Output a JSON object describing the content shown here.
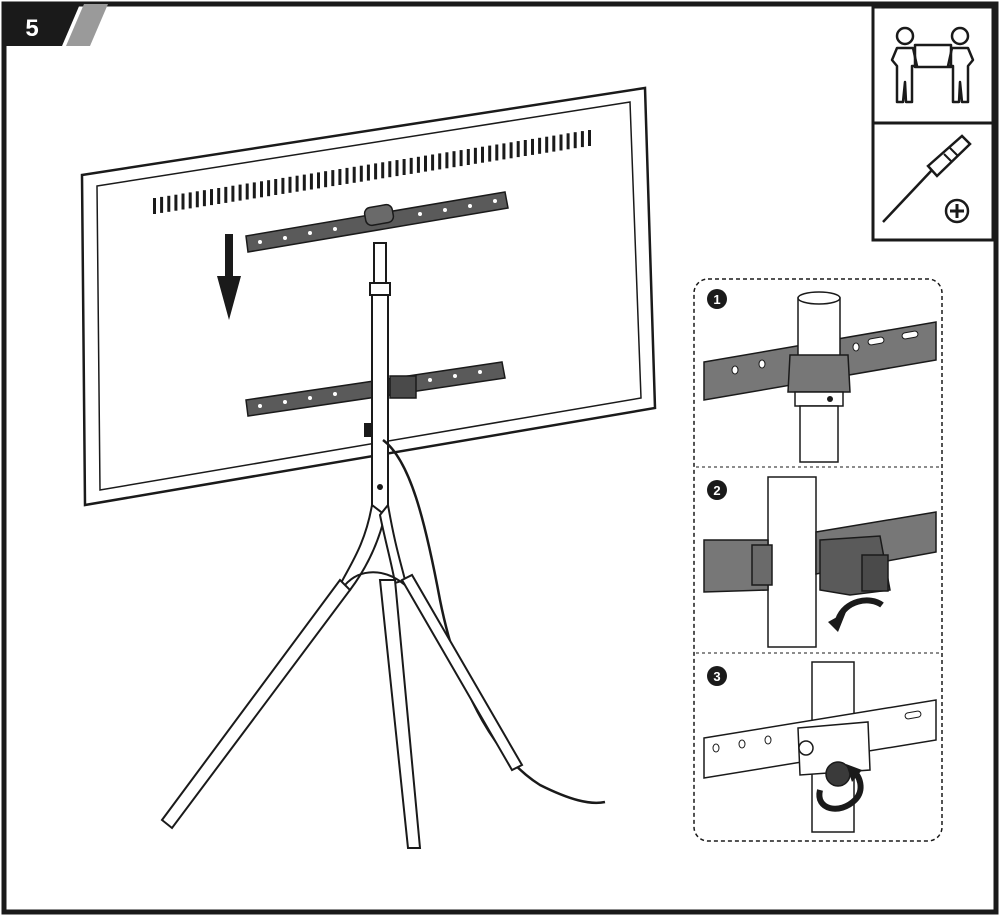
{
  "step": {
    "number": "5"
  },
  "detail_steps": [
    {
      "number": "1"
    },
    {
      "number": "2"
    },
    {
      "number": "3"
    }
  ],
  "icons": {
    "two_person": "two-person-lift-icon",
    "tool": "phillips-screwdriver-icon"
  },
  "colors": {
    "line": "#1a1a1a",
    "bracket": "#5a5a5a",
    "panel": "#ffffff",
    "step_badge": "#1a1a1a",
    "step_badge_stripe": "#9a9a9a"
  }
}
